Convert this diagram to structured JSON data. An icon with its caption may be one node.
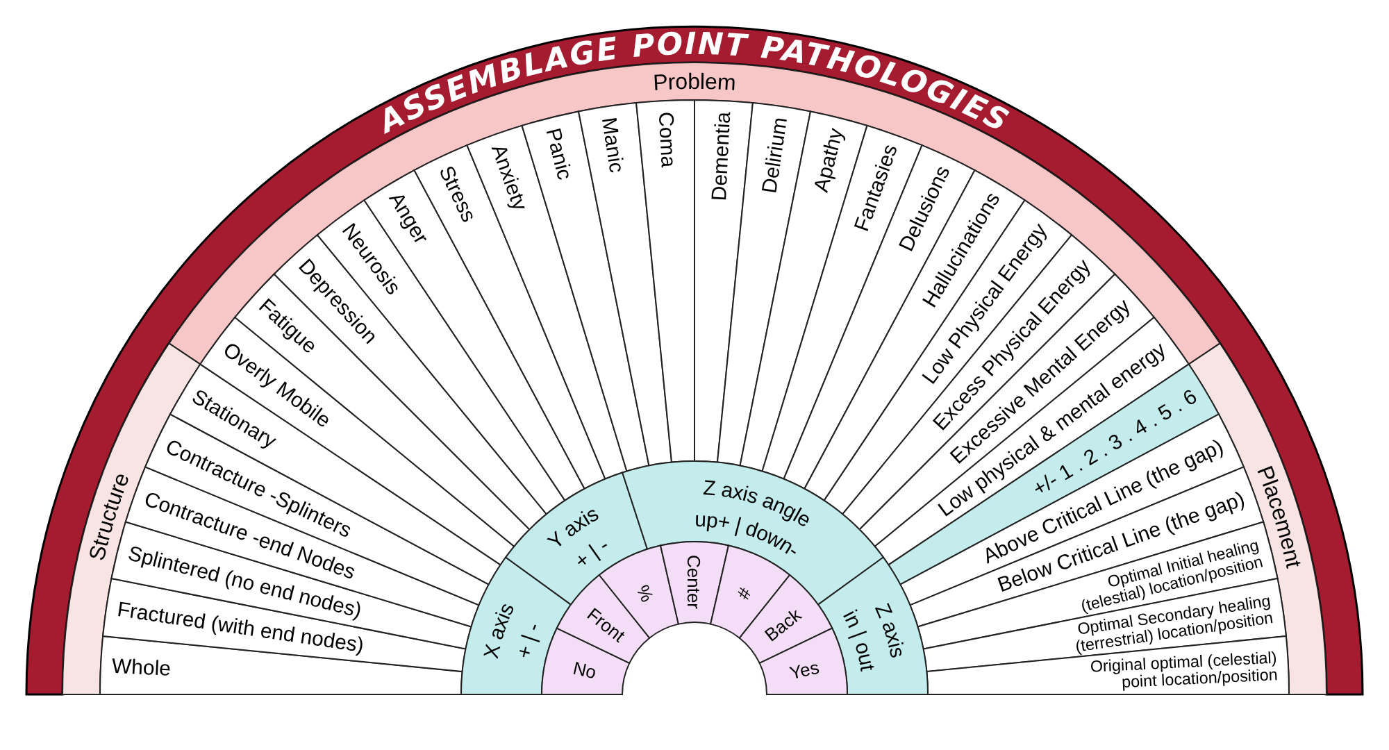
{
  "diagram": {
    "title": "ASSEMBLAGE POINT PATHOLOGIES",
    "nodes": [
      {
        "text": [
          "Problem"
        ]
      },
      {
        "text": [
          "Structure"
        ]
      },
      {
        "text": [
          "Placement"
        ]
      },
      {
        "text": [
          "Whole"
        ]
      },
      {
        "text": [
          "Fractured (with end nodes)"
        ]
      },
      {
        "text": [
          "Splintered (no end nodes)"
        ]
      },
      {
        "text": [
          "Contracture -end Nodes"
        ]
      },
      {
        "text": [
          "Contracture -Splinters"
        ]
      },
      {
        "text": [
          "Stationary"
        ]
      },
      {
        "text": [
          "Overly Mobile"
        ]
      },
      {
        "text": [
          "Fatigue"
        ]
      },
      {
        "text": [
          "Depression"
        ]
      },
      {
        "text": [
          "Neurosis"
        ]
      },
      {
        "text": [
          "Anger"
        ]
      },
      {
        "text": [
          "Stress"
        ]
      },
      {
        "text": [
          "Anxiety"
        ]
      },
      {
        "text": [
          "Panic"
        ]
      },
      {
        "text": [
          "Manic"
        ]
      },
      {
        "text": [
          "Coma"
        ]
      },
      {
        "text": [
          "Dementia"
        ]
      },
      {
        "text": [
          "Delirium"
        ]
      },
      {
        "text": [
          "Apathy"
        ]
      },
      {
        "text": [
          "Fantasies"
        ]
      },
      {
        "text": [
          "Delusions"
        ]
      },
      {
        "text": [
          "Hallucinations"
        ]
      },
      {
        "text": [
          "Low Physical Energy"
        ]
      },
      {
        "text": [
          "Excess Physical Energy"
        ]
      },
      {
        "text": [
          "Excessive Mental Energy"
        ]
      },
      {
        "text": [
          "Low physical & mental energy"
        ]
      },
      {
        "text": [
          "+/- 1 . 2 . 3 . 4 . 5 . 6"
        ]
      },
      {
        "text": [
          "Above Critical Line (the gap)"
        ]
      },
      {
        "text": [
          "Below Critical Line (the gap)"
        ]
      },
      {
        "text": [
          "Optimal Initial healing (telestial) location/position"
        ]
      },
      {
        "text": [
          "Optimal Secondary healing (terrestrial) location/position"
        ]
      },
      {
        "text": [
          "Original optimal (celestial) point location/position"
        ]
      },
      {
        "text": [
          "X axis",
          "+ | -"
        ]
      },
      {
        "text": [
          "Y axis",
          "+ | -"
        ]
      },
      {
        "text": [
          "Z axis angle",
          "up+ | down-"
        ]
      },
      {
        "text": [
          "in | out",
          "Z axis"
        ]
      },
      {
        "text": [
          "No"
        ]
      },
      {
        "text": [
          "Front"
        ]
      },
      {
        "text": [
          "%"
        ]
      },
      {
        "text": [
          "Center"
        ]
      },
      {
        "text": [
          "#"
        ]
      },
      {
        "text": [
          "Back"
        ]
      },
      {
        "text": [
          "Yes"
        ]
      }
    ]
  }
}
